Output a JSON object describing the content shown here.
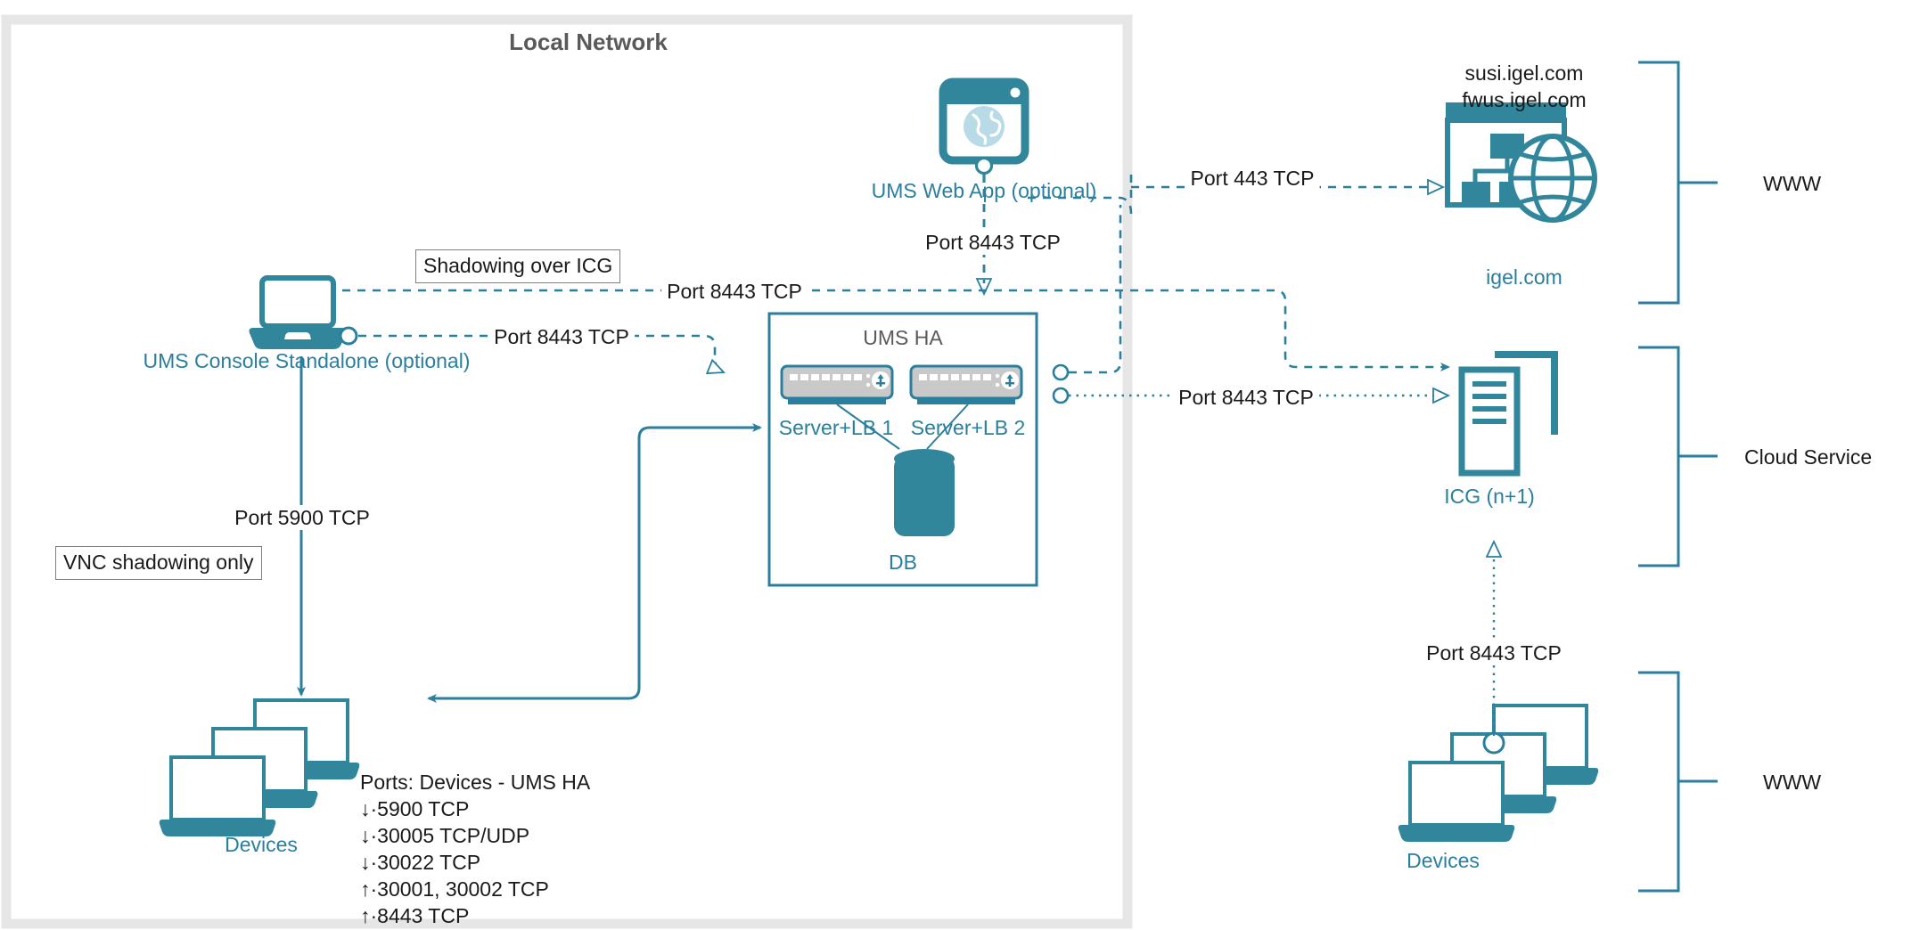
{
  "diagram": {
    "title": "Local Network",
    "colors": {
      "teal": "#2b7f9e",
      "teal_dark": "#31869b",
      "light_teal": "#b9dbe8",
      "gray_border": "#e6e6e6",
      "label_gray": "#5a5a5a",
      "server_body": "#c9c9c9",
      "text_dark": "#1a1a1a"
    },
    "nodes": {
      "ums_web_app": {
        "label": "UMS Web App (optional)",
        "icon": "browser-globe-icon"
      },
      "ums_console": {
        "label": "UMS Console Standalone (optional)",
        "icon": "laptop-icon"
      },
      "ums_ha": {
        "label": "UMS HA",
        "server1": "Server+LB 1",
        "server2": "Server+LB 2",
        "db": "DB",
        "server_icon": "server-appliance-icon",
        "db_icon": "database-cylinder-icon"
      },
      "devices_local": {
        "label": "Devices",
        "icon": "laptop-stack-icon"
      },
      "devices_remote": {
        "label": "Devices",
        "icon": "laptop-stack-icon"
      },
      "igel_com": {
        "label": "igel.com",
        "hosts": [
          "susi.igel.com",
          "fwus.igel.com"
        ],
        "icon": "web-sitemap-globe-icon"
      },
      "icg": {
        "label": "ICG (n+1)",
        "icon": "server-tower-icon"
      }
    },
    "brackets": [
      {
        "id": "bracket-www-top",
        "label": "WWW"
      },
      {
        "id": "bracket-cloud-service",
        "label": "Cloud Service"
      },
      {
        "id": "bracket-www-bottom",
        "label": "WWW"
      }
    ],
    "callouts": [
      {
        "id": "callout-shadowing-over-icg",
        "text": "Shadowing over ICG"
      },
      {
        "id": "callout-vnc-shadowing-only",
        "text": "VNC shadowing only"
      }
    ],
    "edge_labels": {
      "webapp_to_igel": "Port 443 TCP",
      "webapp_to_ha": "Port 8443 TCP",
      "console_shadow_icg": "Port 8443 TCP",
      "console_to_ha": "Port 8443 TCP",
      "ha_to_icg": "Port 8443 TCP",
      "console_to_devices": "Port 5900 TCP",
      "remote_devices_to_icg": "Port 8443 TCP"
    },
    "ports_note": {
      "heading": "Ports: Devices - UMS HA",
      "lines": [
        "↓·5900 TCP",
        "↓·30005 TCP/UDP",
        "↓·30022 TCP",
        "↑·30001, 30002 TCP",
        "↑·8443 TCP"
      ]
    }
  }
}
